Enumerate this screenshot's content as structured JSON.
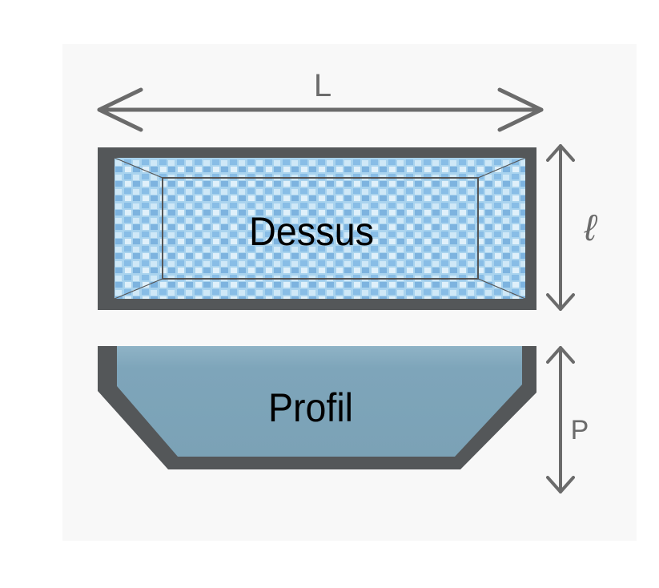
{
  "labels": {
    "length": "L",
    "width": "ℓ",
    "depth": "P",
    "top_view": "Dessus",
    "profile_view": "Profil"
  },
  "colors": {
    "frame": "#545759",
    "arrow": "#6b6b6b",
    "tile_light": "#a9d3ee",
    "tile_dark": "#5f9fd6",
    "water": "#7da4b8",
    "panel": "#f7f7f7"
  }
}
